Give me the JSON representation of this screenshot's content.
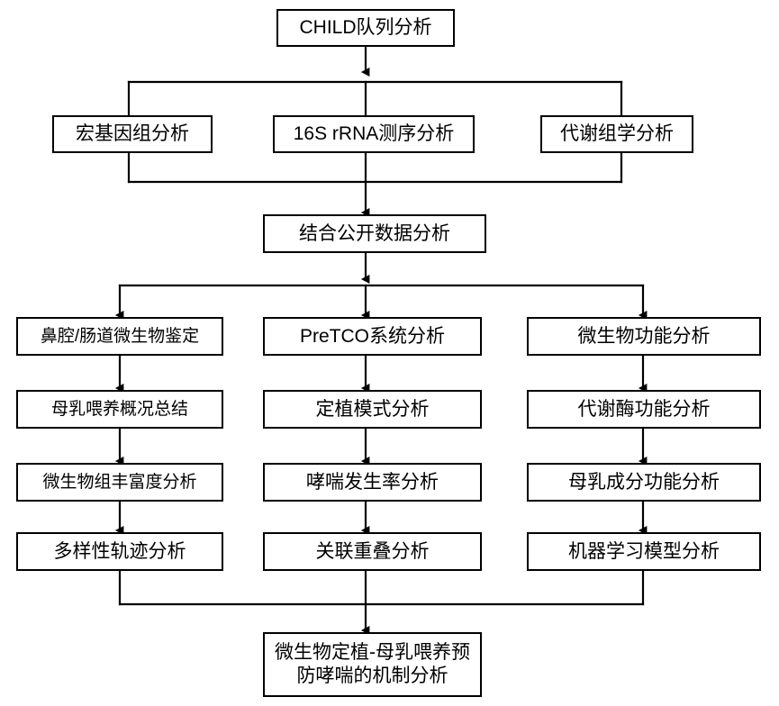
{
  "diagram": {
    "title_node": {
      "id": "root",
      "label": "CHILD队列分析"
    },
    "tier1": [
      {
        "id": "meta",
        "label": "宏基因组分析"
      },
      {
        "id": "rrna",
        "label": "16S rRNA测序分析"
      },
      {
        "id": "metab",
        "label": "代谢组学分析"
      }
    ],
    "merge_node": {
      "id": "public",
      "label": "结合公开数据分析"
    },
    "columns": [
      {
        "id": "col-left",
        "steps": [
          {
            "id": "l1",
            "label": "鼻腔/肠道微生物鉴定"
          },
          {
            "id": "l2",
            "label": "母乳喂养概况总结"
          },
          {
            "id": "l3",
            "label": "微生物组丰富度分析"
          },
          {
            "id": "l4",
            "label": "多样性轨迹分析"
          }
        ]
      },
      {
        "id": "col-mid",
        "steps": [
          {
            "id": "m1",
            "label": "PreTCO系统分析"
          },
          {
            "id": "m2",
            "label": "定植模式分析"
          },
          {
            "id": "m3",
            "label": "哮喘发生率分析"
          },
          {
            "id": "m4",
            "label": "关联重叠分析"
          }
        ]
      },
      {
        "id": "col-right",
        "steps": [
          {
            "id": "r1",
            "label": "微生物功能分析"
          },
          {
            "id": "r2",
            "label": "代谢酶功能分析"
          },
          {
            "id": "r3",
            "label": "母乳成分功能分析"
          },
          {
            "id": "r4",
            "label": "机器学习模型分析"
          }
        ]
      }
    ],
    "final_node": {
      "id": "final",
      "label": "微生物定植-母乳喂养预\n防哮喘的机制分析"
    },
    "colors": {
      "stroke": "#000000",
      "fill": "#ffffff",
      "text": "#000000"
    }
  }
}
